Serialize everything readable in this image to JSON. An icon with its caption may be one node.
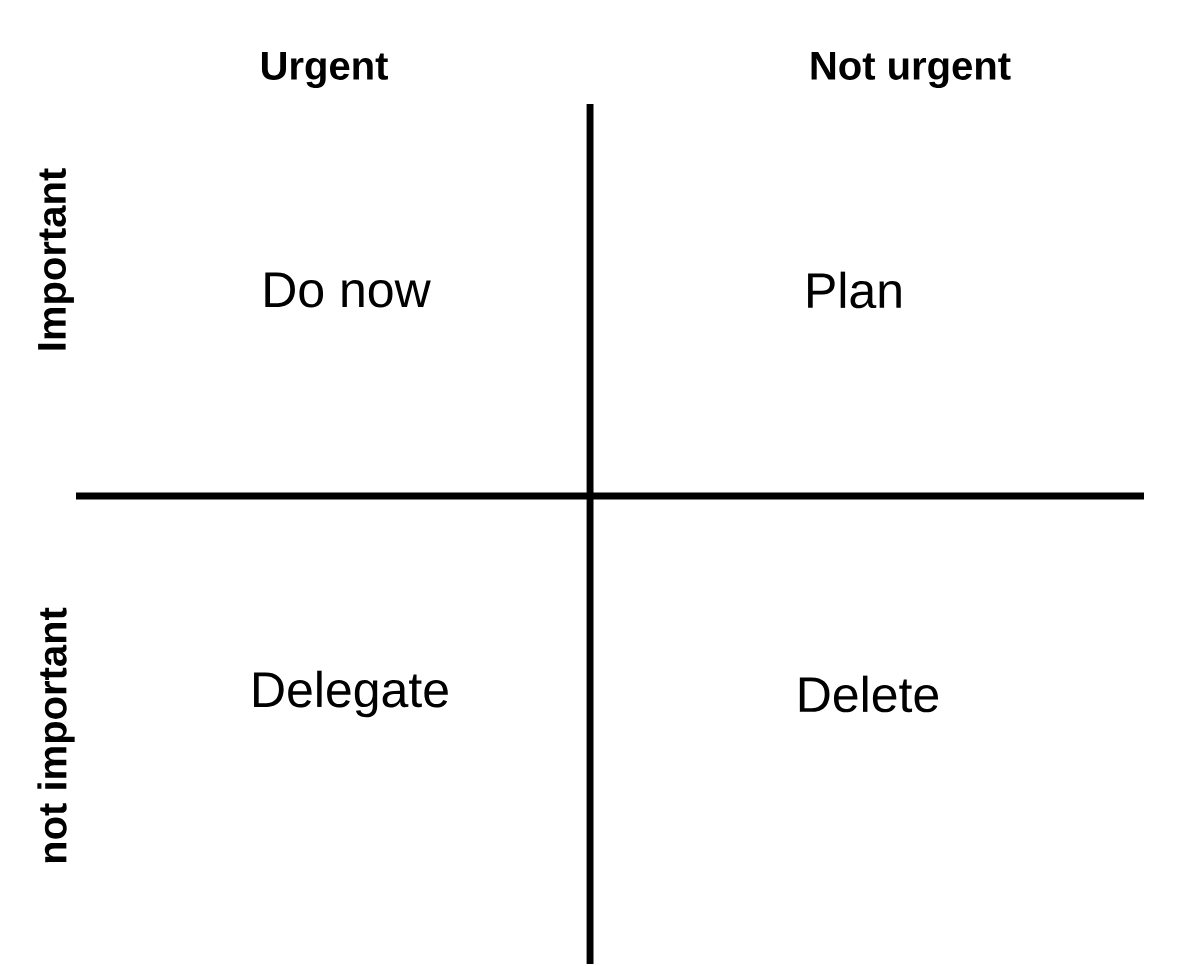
{
  "diagram": {
    "labels": [
      "Urgent",
      "Not urgent",
      "Important",
      "Do now",
      "Plan",
      "not important",
      "Delegate",
      "Delete"
    ]
  }
}
